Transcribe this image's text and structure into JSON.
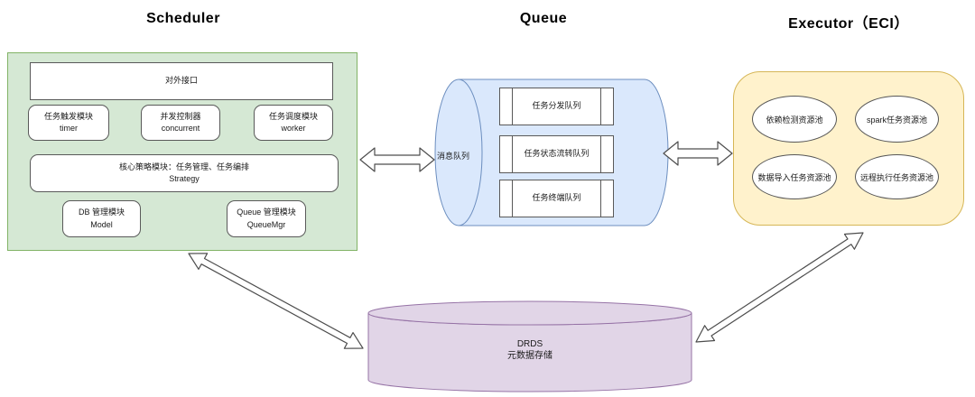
{
  "titles": {
    "scheduler": "Scheduler",
    "queue": "Queue",
    "executor": "Executor（ECI）"
  },
  "scheduler": {
    "interface_label": "对外接口",
    "modules": [
      {
        "line1": "任务触发模块",
        "line2": "timer"
      },
      {
        "line1": "并发控制器",
        "line2": "concurrent"
      },
      {
        "line1": "任务调度模块",
        "line2": "worker"
      }
    ],
    "strategy": {
      "line1": "核心策略模块：任务管理、任务编排",
      "line2": "Strategy"
    },
    "managers": [
      {
        "line1": "DB 管理模块",
        "line2": "Model"
      },
      {
        "line1": "Queue 管理模块",
        "line2": "QueueMgr"
      }
    ]
  },
  "queue": {
    "cylinder_label": "消息队列",
    "queues": [
      "任务分发队列",
      "任务状态流转队列",
      "任务终端队列"
    ]
  },
  "executor": {
    "pools": [
      "依赖检测资源池",
      "spark任务资源池",
      "数据导入任务资源池",
      "远程执行任务资源池"
    ]
  },
  "datastore": {
    "line1": "DRDS",
    "line2": "元数据存储"
  },
  "colors": {
    "scheduler_fill": "#d5e8d4",
    "scheduler_border": "#82b366",
    "queue_fill": "#dae8fc",
    "queue_border": "#6c8ebf",
    "executor_fill": "#fff2cc",
    "executor_border": "#d6b656",
    "datastore_fill": "#e1d5e7",
    "datastore_border": "#9673a6"
  }
}
